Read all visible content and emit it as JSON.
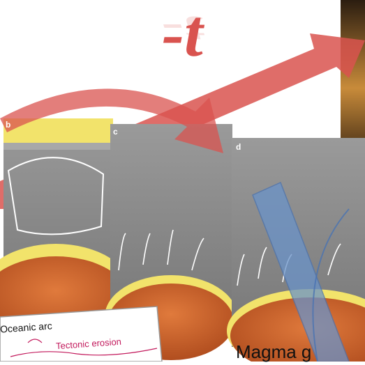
{
  "title_symbol": "-t",
  "panels": [
    {
      "label": "b"
    },
    {
      "label": "c"
    },
    {
      "label": "d"
    }
  ],
  "inset": {
    "title": "Oceanic arc",
    "process": "Tectonic erosion"
  },
  "caption_fragment": "Magma g",
  "colors": {
    "arrow_red": "#d9534f",
    "mantle_gray": "#8a8a8a",
    "core_orange": "#c8602a",
    "crust_yellow": "#f2e36b",
    "slab_blue": "#6a93c9"
  }
}
